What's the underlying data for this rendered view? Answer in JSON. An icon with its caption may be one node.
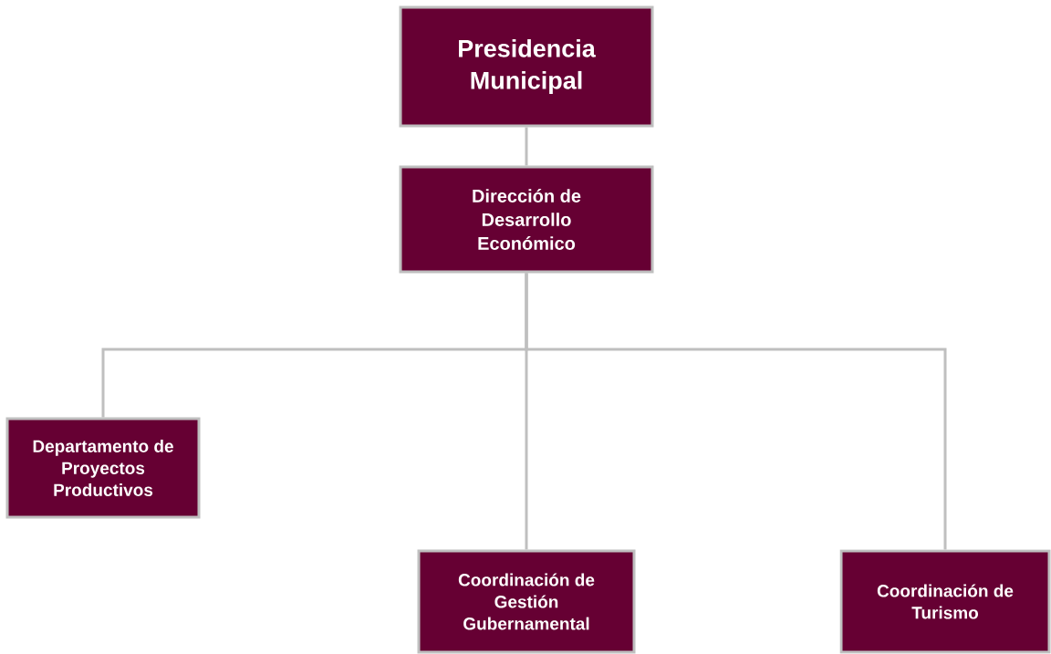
{
  "diagram": {
    "nodes": [
      {
        "text": [
          "Presidencia Municipal"
        ]
      },
      {
        "text": [
          "Dirección de Desarrollo Económico"
        ]
      },
      {
        "text": [
          "Departamento de Proyectos Productivos"
        ]
      },
      {
        "text": [
          "Coordinación de Gestión Gubernamental"
        ]
      },
      {
        "text": [
          "Coordinación de Turismo"
        ]
      }
    ],
    "edges": [
      {
        "from": 0,
        "to": 1,
        "arrow": "none"
      },
      {
        "from": 1,
        "to": 2,
        "arrow": "none"
      },
      {
        "from": 1,
        "to": 3,
        "arrow": "none"
      },
      {
        "from": 1,
        "to": 4,
        "arrow": "none"
      }
    ]
  }
}
